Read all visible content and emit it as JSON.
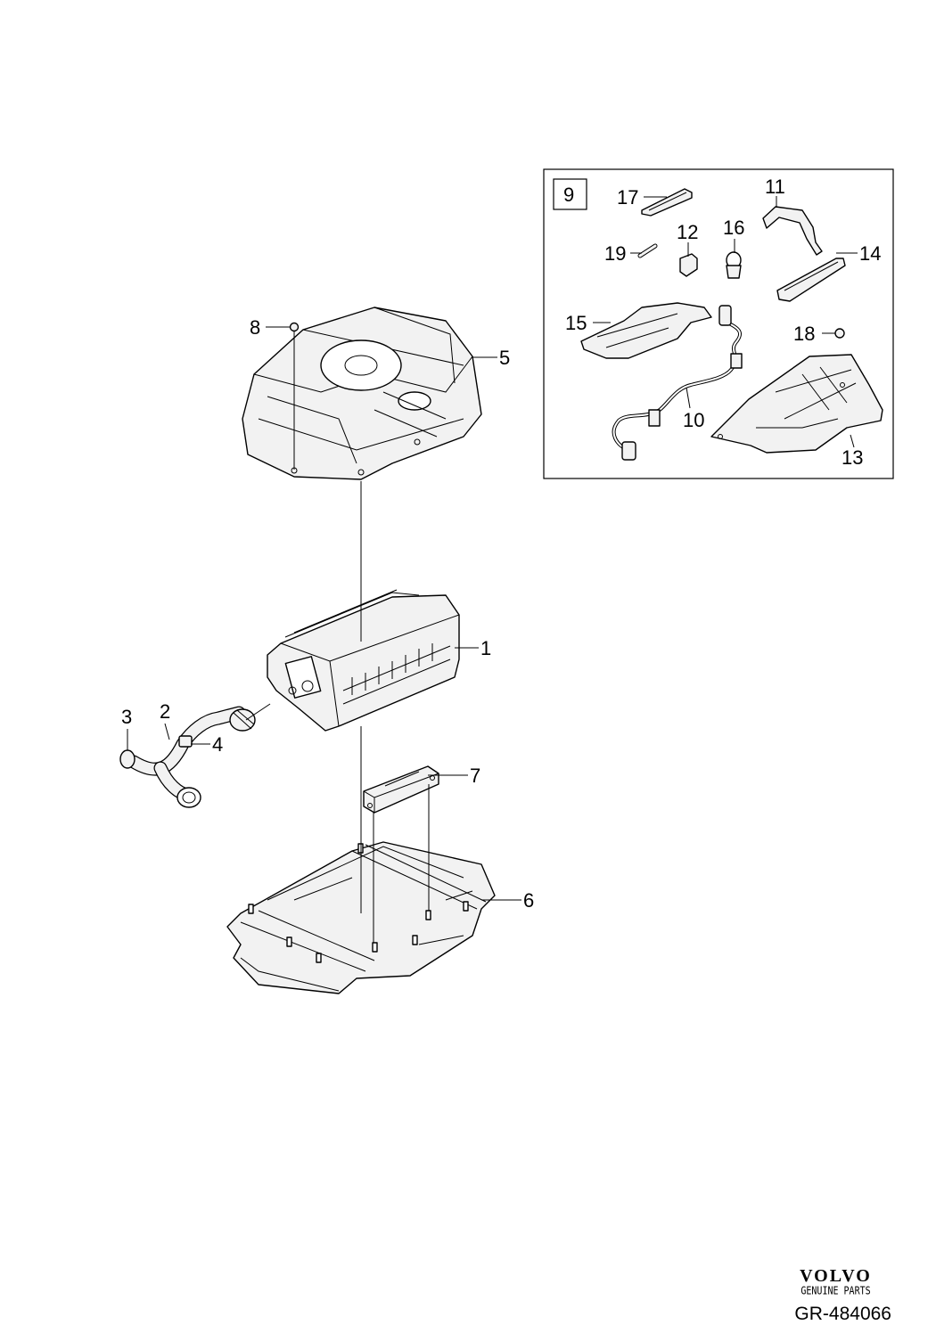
{
  "callouts": {
    "p1": "1",
    "p2": "2",
    "p3": "3",
    "p4": "4",
    "p5": "5",
    "p6": "6",
    "p7": "7",
    "p8": "8",
    "p9": "9",
    "p10": "10",
    "p11": "11",
    "p12": "12",
    "p13": "13",
    "p14": "14",
    "p15": "15",
    "p16": "16",
    "p17": "17",
    "p18": "18",
    "p19": "19"
  },
  "logo": {
    "brand": "VOLVO",
    "tagline": "GENUINE PARTS"
  },
  "drawing_number": "GR-484066"
}
